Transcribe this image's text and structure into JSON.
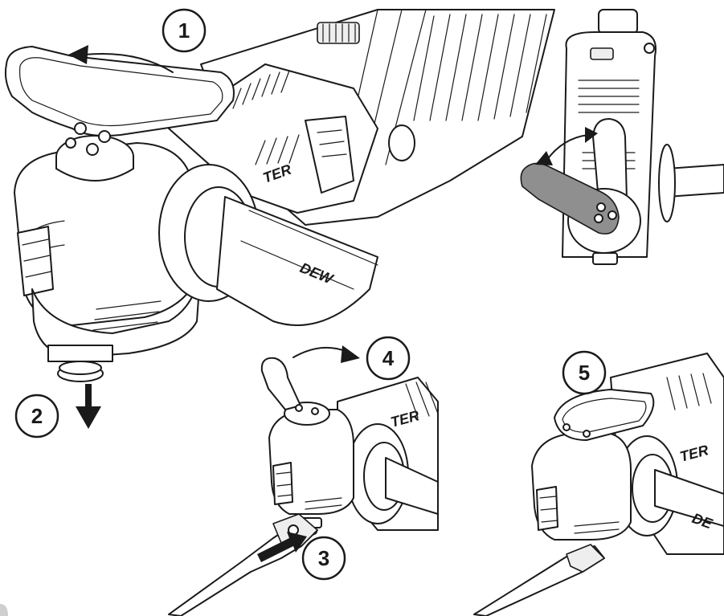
{
  "steps": [
    {
      "label": "1"
    },
    {
      "label": "2"
    },
    {
      "label": "3"
    },
    {
      "label": "4"
    },
    {
      "label": "5"
    }
  ],
  "brand_fragments": {
    "main_body": "TER",
    "main_handle": "DEW",
    "step4_body": "TER",
    "step5_body": "TER",
    "step5_handle": "DE"
  },
  "colors": {
    "line": "#1a1a1a",
    "highlight_lever": "#8f8f8f",
    "background": "#ffffff"
  }
}
